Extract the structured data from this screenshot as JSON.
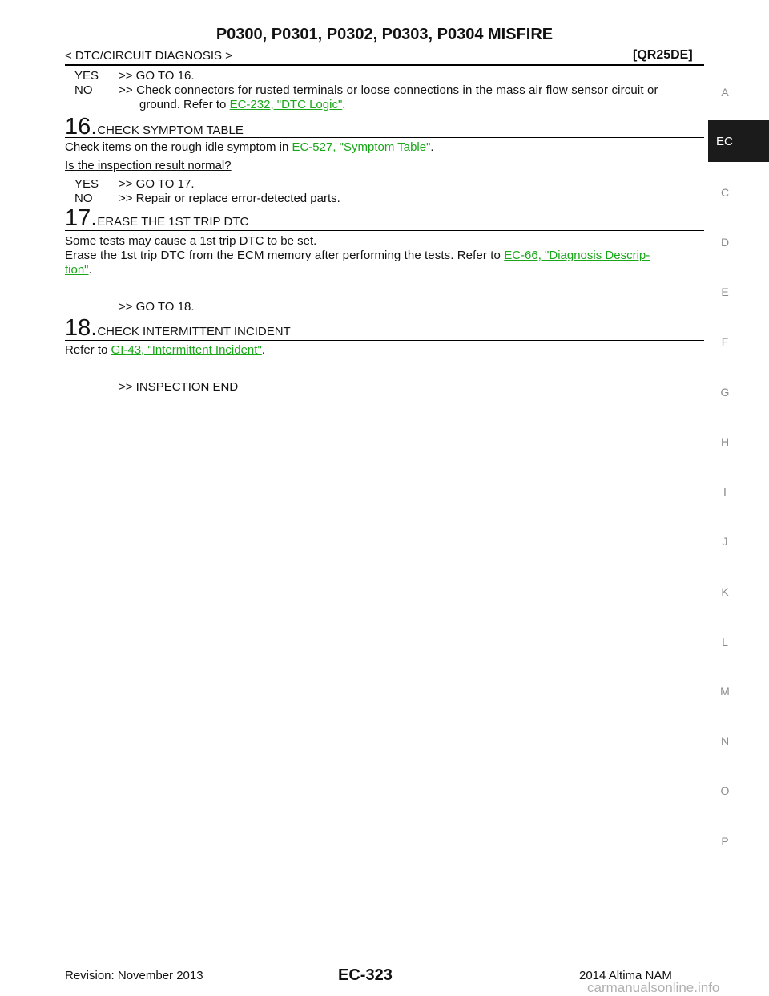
{
  "header": {
    "title": "P0300, P0301, P0302, P0303, P0304 MISFIRE",
    "section": "< DTC/CIRCUIT DIAGNOSIS >",
    "model": "[QR25DE]"
  },
  "step15": {
    "yes_label": "YES",
    "yes_text": ">> GO TO 16.",
    "no_label": "NO",
    "no_text_1": ">> Check connectors for rusted terminals or loose connections in the mass air flow sensor circuit or",
    "no_text_2": "ground. Refer to ",
    "no_link": "EC-232, \"DTC Logic\"",
    "no_end": "."
  },
  "step16": {
    "number": "16.",
    "title": "CHECK SYMPTOM TABLE",
    "text": "Check items on the rough idle symptom in ",
    "link": "EC-527, \"Symptom Table\"",
    "text_end": ".",
    "question": "Is the inspection result normal?",
    "yes_label": "YES",
    "yes_text": ">> GO TO 17.",
    "no_label": "NO",
    "no_text": ">> Repair or replace error-detected parts."
  },
  "step17": {
    "number": "17.",
    "title": "ERASE THE 1ST TRIP DTC",
    "line1": "Some tests may cause a 1st trip DTC to be set.",
    "line2": "Erase the 1st trip DTC from the ECM memory after performing the tests. Refer to ",
    "link_part1": "EC-66, \"Diagnosis Descrip-",
    "link_part2": "tion\"",
    "line2_end": ".",
    "goto": ">> GO TO 18."
  },
  "step18": {
    "number": "18.",
    "title": "CHECK INTERMITTENT INCIDENT",
    "text": "Refer to ",
    "link": "GI-43, \"Intermittent Incident\"",
    "text_end": ".",
    "end": ">> INSPECTION END"
  },
  "side_tabs": {
    "active": "EC",
    "letters": [
      "A",
      "C",
      "D",
      "E",
      "F",
      "G",
      "H",
      "I",
      "J",
      "K",
      "L",
      "M",
      "N",
      "O",
      "P"
    ]
  },
  "footer": {
    "revision": "Revision: November 2013",
    "page": "EC-323",
    "model": "2014 Altima NAM",
    "watermark": "carmanualsonline.info"
  },
  "colors": {
    "link": "#19a619",
    "active_tab": "#1b1b1b"
  }
}
